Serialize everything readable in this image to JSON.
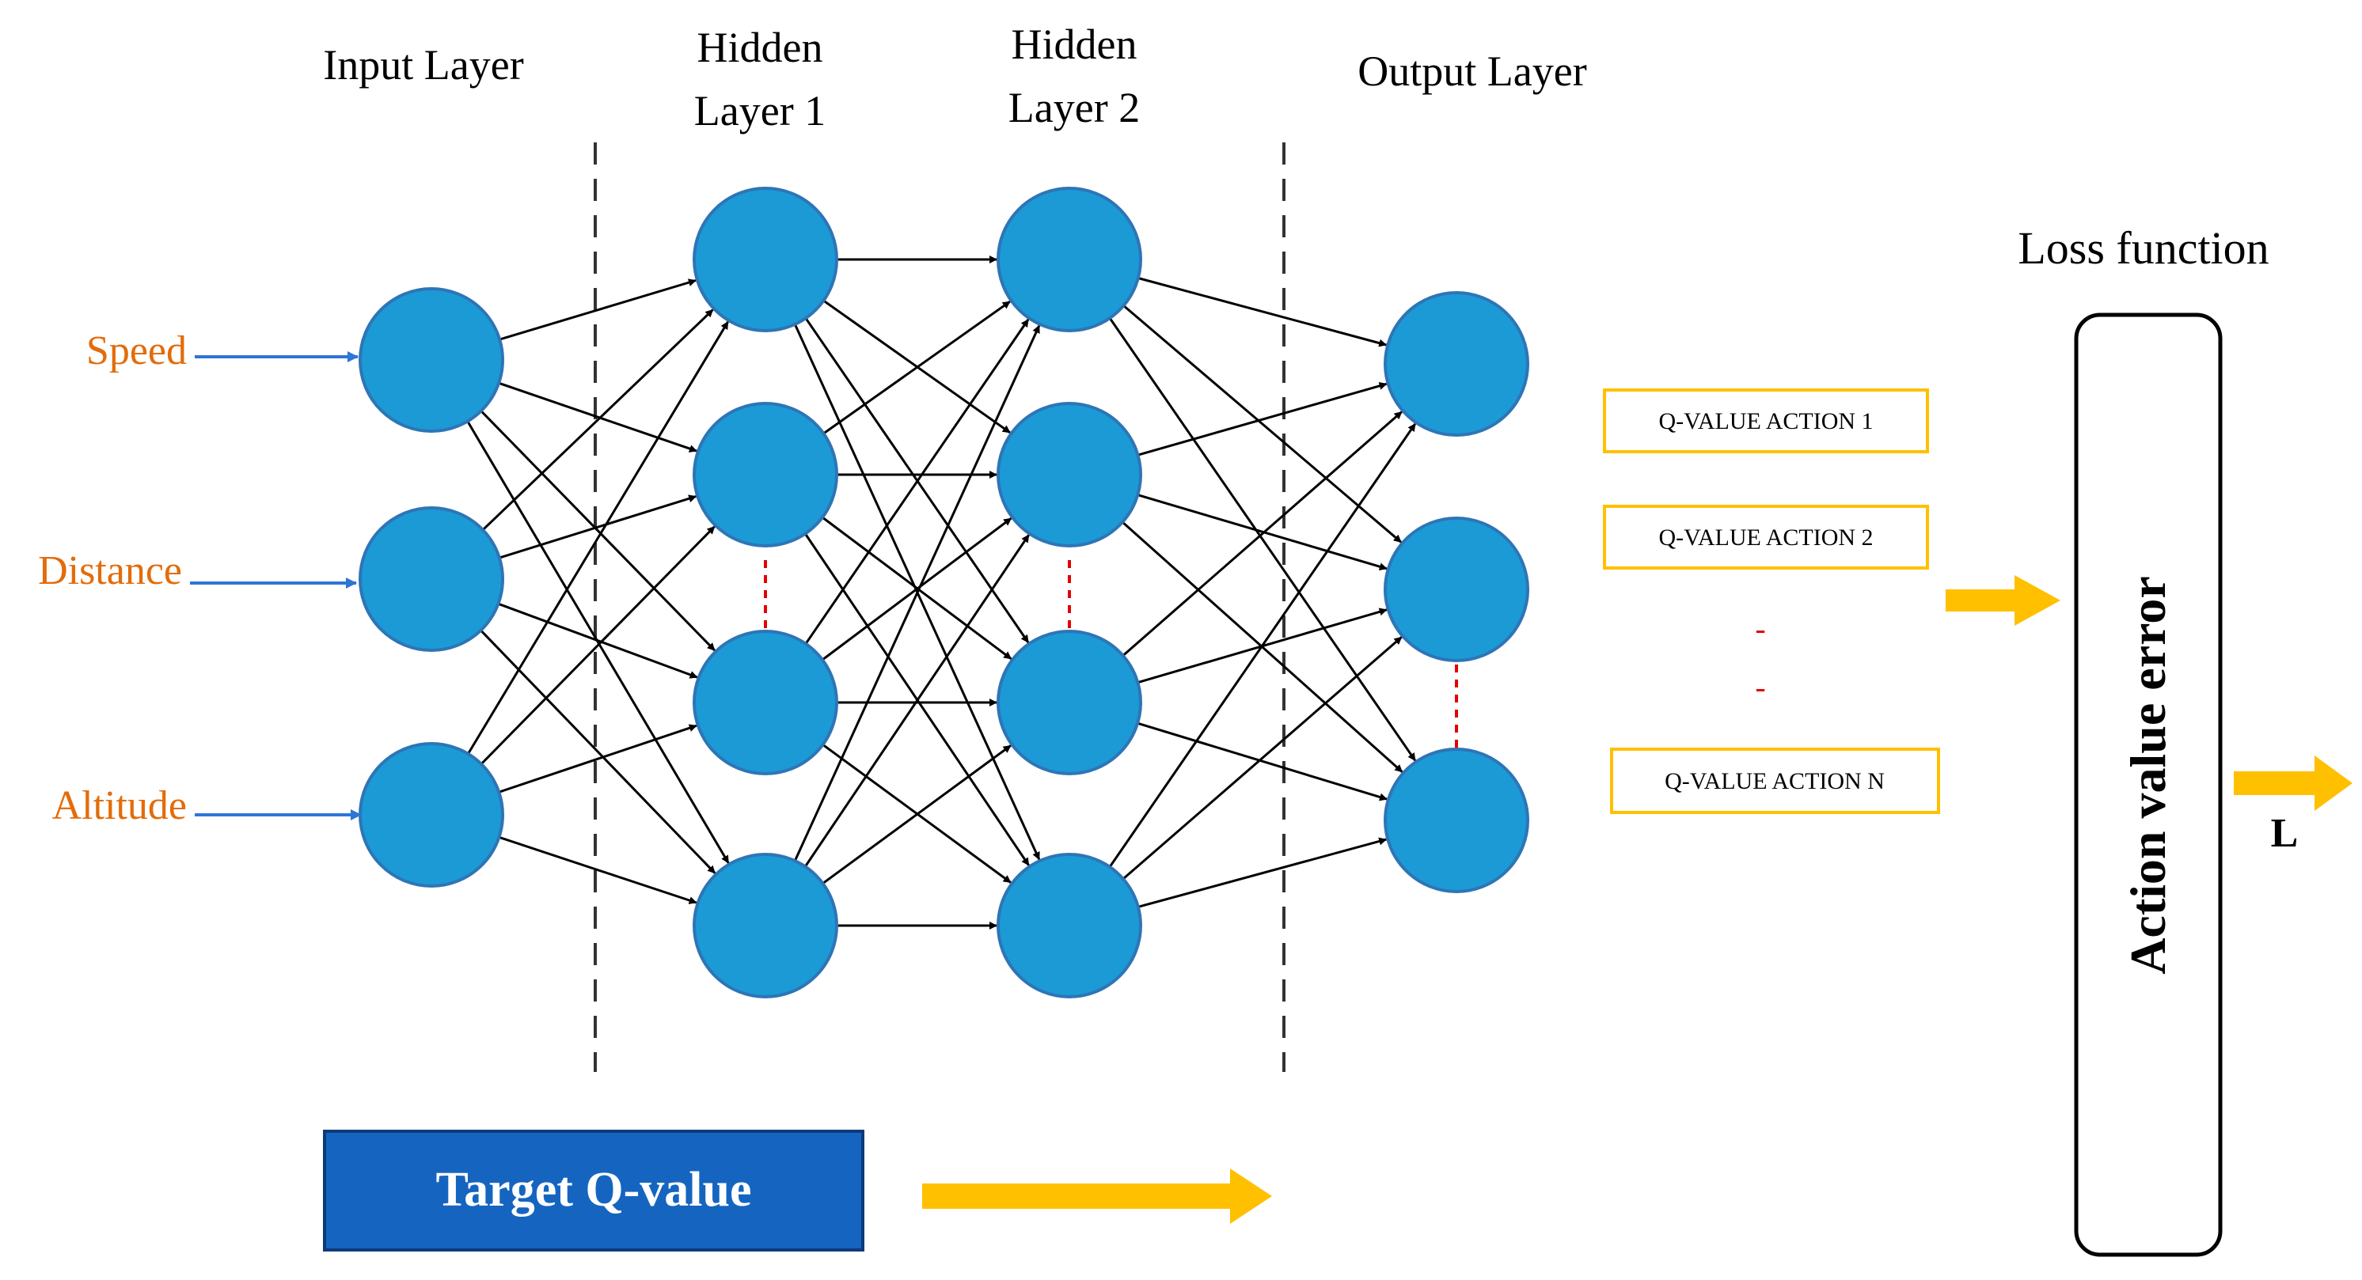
{
  "layers": {
    "input": "Input Layer",
    "hidden1": [
      "Hidden",
      "Layer 1"
    ],
    "hidden2": [
      "Hidden",
      "Layer 2"
    ],
    "output": "Output Layer"
  },
  "inputs": [
    "Speed",
    "Distance",
    "Altitude"
  ],
  "q_values": [
    "Q-VALUE ACTION 1",
    "Q-VALUE ACTION 2",
    "Q-VALUE ACTION N"
  ],
  "q_ellipsis": [
    "-",
    "-"
  ],
  "target": "Target Q-value",
  "loss": {
    "title": "Loss function",
    "box_label": "Action value error",
    "output": "L"
  },
  "colors": {
    "node_fill": "#1b9ad6",
    "node_stroke": "#2e75b6",
    "input_label": "#e36c0a",
    "input_arrow": "#2e75d6",
    "q_box_border": "#ffc000",
    "flow_arrow": "#ffc000",
    "target_fill": "#1565c0",
    "placeholder_dots": "#e30000"
  }
}
